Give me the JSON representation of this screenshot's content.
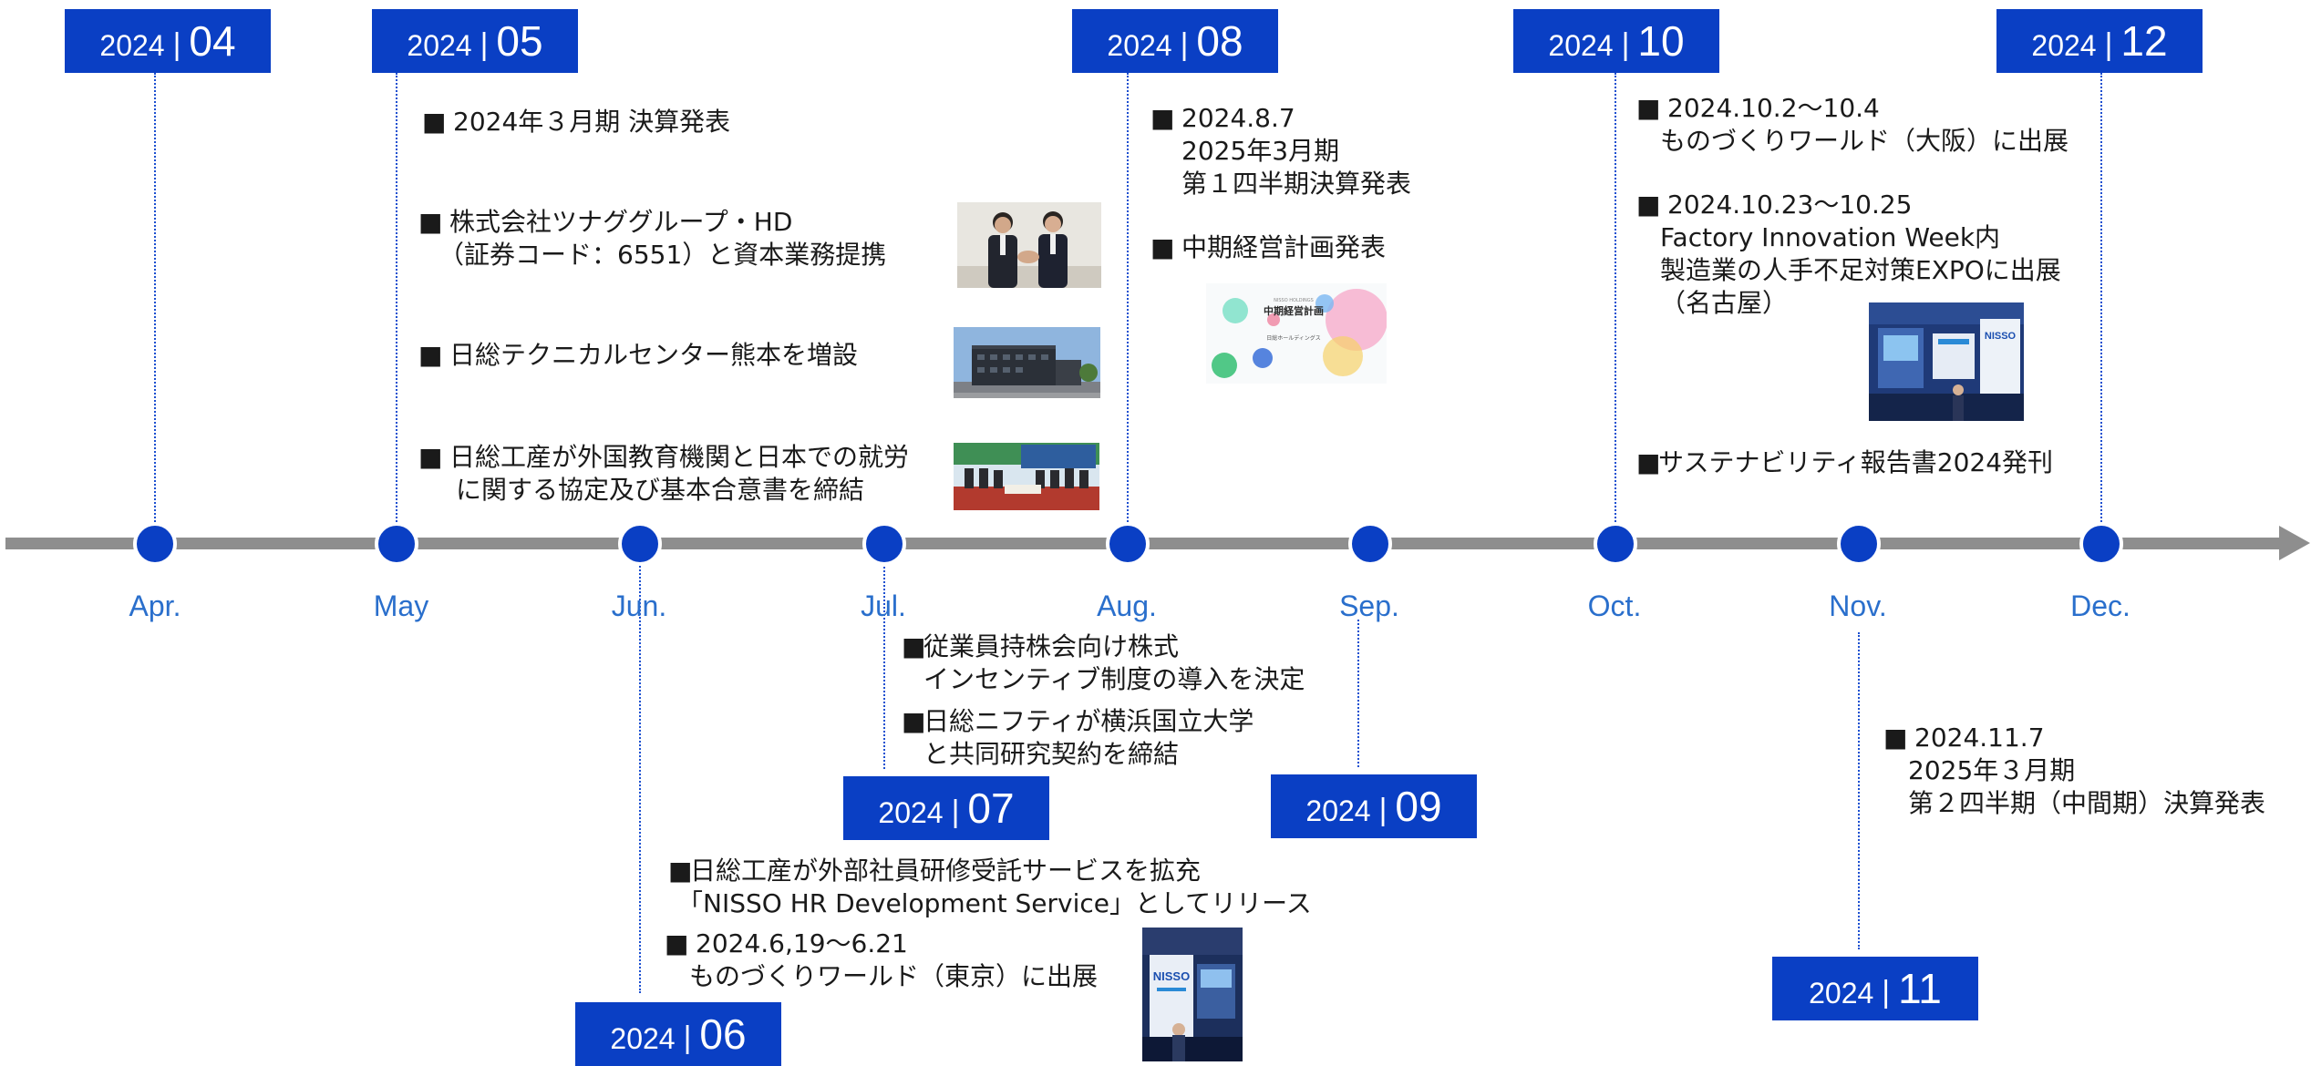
{
  "timeline": {
    "year_boxes": [
      {
        "year": "2024",
        "sep": "|",
        "month": "04"
      },
      {
        "year": "2024",
        "sep": "|",
        "month": "05"
      },
      {
        "year": "2024",
        "sep": "|",
        "month": "06"
      },
      {
        "year": "2024",
        "sep": "|",
        "month": "07"
      },
      {
        "year": "2024",
        "sep": "|",
        "month": "08"
      },
      {
        "year": "2024",
        "sep": "|",
        "month": "09"
      },
      {
        "year": "2024",
        "sep": "|",
        "month": "10"
      },
      {
        "year": "2024",
        "sep": "|",
        "month": "11"
      },
      {
        "year": "2024",
        "sep": "|",
        "month": "12"
      }
    ],
    "month_labels": [
      "Apr.",
      "May",
      "Jun.",
      "Jul.",
      "Aug.",
      "Sep.",
      "Oct.",
      "Nov.",
      "Dec."
    ]
  },
  "events": {
    "may": [
      {
        "bullet": "■",
        "lines": [
          "2024年３月期 決算発表"
        ]
      },
      {
        "bullet": "■",
        "lines": [
          "株式会社ツナググループ・HD",
          "（証券コード：6551）と資本業務提携"
        ]
      },
      {
        "bullet": "■",
        "lines": [
          "日総テクニカルセンター熊本を増設"
        ]
      },
      {
        "bullet": "■",
        "lines": [
          "日総工産が外国教育機関と日本での就労",
          "に関する協定及び基本合意書を締結"
        ]
      }
    ],
    "june": [
      {
        "bullet": "■",
        "lines": [
          "日総工産が外部社員研修受託サービスを拡充",
          "「NISSO HR Development Service」としてリリース"
        ]
      },
      {
        "bullet": "■",
        "lines": [
          "2024.6,19～6.21",
          "ものづくりワールド（東京）に出展"
        ]
      }
    ],
    "july": [
      {
        "bullet": "■",
        "lines": [
          "従業員持株会向け株式",
          "インセンティブ制度の導入を決定"
        ]
      },
      {
        "bullet": "■",
        "lines": [
          "日総ニフティが横浜国立大学",
          "と共同研究契約を締結"
        ]
      }
    ],
    "august": [
      {
        "bullet": "■",
        "lines": [
          "2024.8.7",
          "2025年3月期",
          "第１四半期決算発表"
        ]
      },
      {
        "bullet": "■",
        "lines": [
          "中期経営計画発表"
        ]
      }
    ],
    "october": [
      {
        "bullet": "■",
        "lines": [
          "2024.10.2～10.4",
          "ものづくりワールド（大阪）に出展"
        ]
      },
      {
        "bullet": "■",
        "lines": [
          "2024.10.23～10.25",
          "Factory Innovation Week内",
          "製造業の人手不足対策EXPOに出展",
          "（名古屋）"
        ]
      },
      {
        "bullet": "■",
        "lines": [
          "サステナビリティ報告書2024発刊"
        ]
      }
    ],
    "november": [
      {
        "bullet": "■",
        "lines": [
          "2024.11.7",
          "2025年３月期",
          "第２四半期（中間期）決算発表"
        ]
      }
    ]
  },
  "images": {
    "plan_cover": {
      "title": "中期経営計画",
      "sub": "NISSO HOLDINGS",
      "company": "日総ホールディングス"
    },
    "expo_sign": "NISSO"
  },
  "colors": {
    "accent": "#0a3fc4",
    "axis": "#8e8e8e",
    "month_label": "#2a6fcc"
  }
}
